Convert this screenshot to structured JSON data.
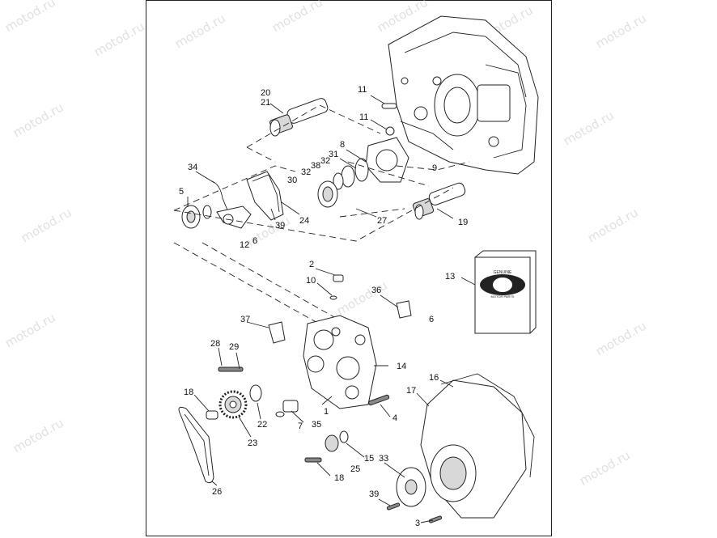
{
  "watermark": "motod.ru",
  "callouts": [
    {
      "id": "c20",
      "text": "20"
    },
    {
      "id": "c21",
      "text": "21"
    },
    {
      "id": "c11a",
      "text": "11"
    },
    {
      "id": "c11b",
      "text": "11"
    },
    {
      "id": "c8",
      "text": "8"
    },
    {
      "id": "c31",
      "text": "31"
    },
    {
      "id": "c32a",
      "text": "32"
    },
    {
      "id": "c38",
      "text": "38"
    },
    {
      "id": "c32b",
      "text": "32"
    },
    {
      "id": "c30",
      "text": "30"
    },
    {
      "id": "c9",
      "text": "9"
    },
    {
      "id": "c34",
      "text": "34"
    },
    {
      "id": "c5",
      "text": "5"
    },
    {
      "id": "c39a",
      "text": "39"
    },
    {
      "id": "c24",
      "text": "24"
    },
    {
      "id": "c27",
      "text": "27"
    },
    {
      "id": "c19",
      "text": "19"
    },
    {
      "id": "c12",
      "text": "12"
    },
    {
      "id": "c6a",
      "text": "6"
    },
    {
      "id": "c13",
      "text": "13"
    },
    {
      "id": "c2",
      "text": "2"
    },
    {
      "id": "c10",
      "text": "10"
    },
    {
      "id": "c36",
      "text": "36"
    },
    {
      "id": "c6b",
      "text": "6"
    },
    {
      "id": "c37",
      "text": "37"
    },
    {
      "id": "c28",
      "text": "28"
    },
    {
      "id": "c29",
      "text": "29"
    },
    {
      "id": "c14",
      "text": "14"
    },
    {
      "id": "c16",
      "text": "16"
    },
    {
      "id": "c17",
      "text": "17"
    },
    {
      "id": "c18a",
      "text": "18"
    },
    {
      "id": "c22",
      "text": "22"
    },
    {
      "id": "c1",
      "text": "1"
    },
    {
      "id": "c4",
      "text": "4"
    },
    {
      "id": "c7",
      "text": "7"
    },
    {
      "id": "c35",
      "text": "35"
    },
    {
      "id": "c23",
      "text": "23"
    },
    {
      "id": "c15",
      "text": "15"
    },
    {
      "id": "c25",
      "text": "25"
    },
    {
      "id": "c33",
      "text": "33"
    },
    {
      "id": "c18b",
      "text": "18"
    },
    {
      "id": "c26",
      "text": "26"
    },
    {
      "id": "c39b",
      "text": "39"
    },
    {
      "id": "c3",
      "text": "3"
    }
  ],
  "kit_box": {
    "badge_top": "GENUINE",
    "badge_bottom": "MOTOR PARTS"
  }
}
